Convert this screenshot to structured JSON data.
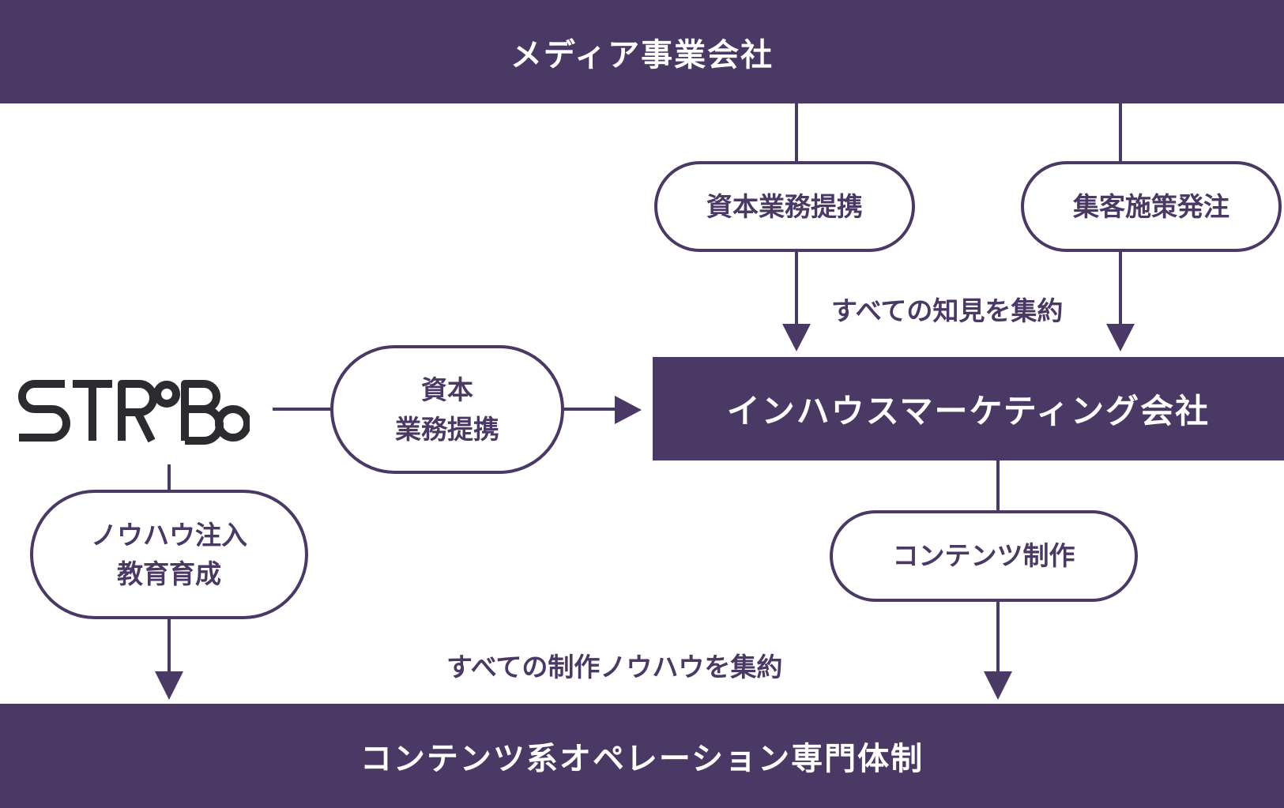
{
  "top_bar": {
    "label": "メディア事業会社"
  },
  "middle_bar": {
    "label": "インハウスマーケティング会社"
  },
  "bottom_bar": {
    "label": "コンテンツ系オペレーション専門体制"
  },
  "pills": {
    "capital_partnership_top": {
      "lines": [
        "資本業務提携"
      ]
    },
    "customer_acquisition_order": {
      "lines": [
        "集客施策発注"
      ]
    },
    "capital_partnership_left": {
      "lines": [
        "資本",
        "業務提携"
      ]
    },
    "knowhow_injection": {
      "lines": [
        "ノウハウ注入",
        "教育育成"
      ]
    },
    "content_production": {
      "lines": [
        "コンテンツ制作"
      ]
    }
  },
  "labels": {
    "all_knowledge": "すべての知見を集約",
    "all_production_knowhow": "すべての制作ノウハウを集約"
  },
  "logo": {
    "text": "STROBO",
    "color": "#2b2b30"
  },
  "colors": {
    "primary": "#4a3865",
    "background": "#ffffff",
    "bar_text": "#ffffff"
  }
}
